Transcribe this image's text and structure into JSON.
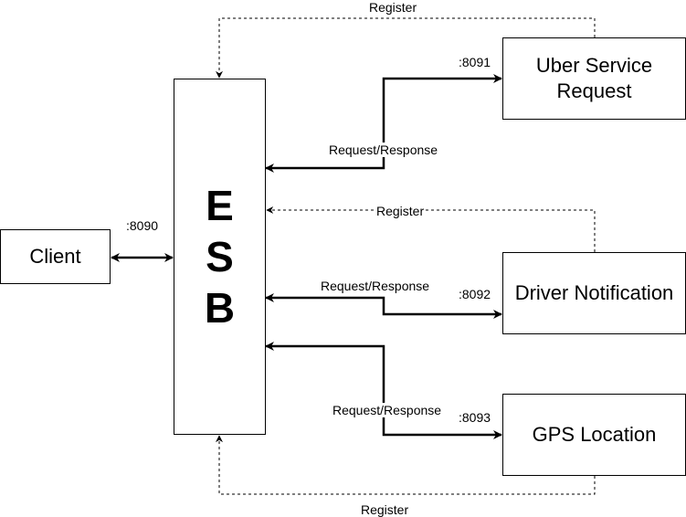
{
  "nodes": {
    "client": "Client",
    "esb": "E\nS\nB",
    "uber": "Uber Service\nRequest",
    "driver": "Driver Notification",
    "gps": "GPS Location"
  },
  "edges": {
    "register_uber": "Register",
    "register_driver": "Register",
    "register_gps": "Register",
    "reqres_uber": "Request/Response",
    "reqres_driver": "Request/Response",
    "reqres_gps": "Request/Response"
  },
  "ports": {
    "client": ":8090",
    "uber": ":8091",
    "driver": ":8092",
    "gps": ":8093"
  },
  "colors": {
    "line": "#000000",
    "background": "#ffffff"
  }
}
